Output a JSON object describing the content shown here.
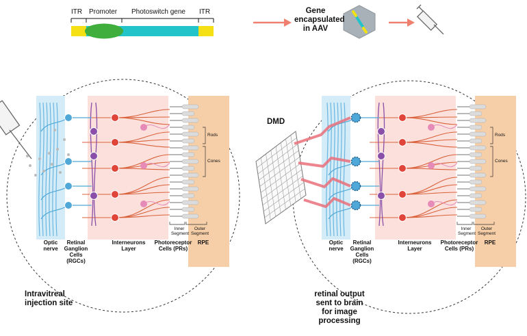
{
  "construct": {
    "itr_left": "ITR",
    "promoter": "Promoter",
    "photoswitch_gene": "Photoswitch gene",
    "itr_right": "ITR"
  },
  "delivery": {
    "gene_caption_line1": "Gene",
    "gene_caption_line2": "encapsulated",
    "gene_caption_line3": "in AAV"
  },
  "left_retina": {
    "optic_nerve": [
      "Optic",
      "nerve"
    ],
    "rgc": [
      "Retinal",
      "Ganglion",
      "Cells",
      "(RGCs)"
    ],
    "interneurons": [
      "Interneurons",
      "Layer"
    ],
    "photoreceptors": [
      "Photoreceptor",
      "Cells (PRs)"
    ],
    "rpe": "RPE",
    "rods": "Rods",
    "cones": "Cones",
    "inner_segment": [
      "Inner",
      "Segment"
    ],
    "outer_segment": [
      "Outer",
      "Segment"
    ],
    "caption": [
      "Intravitreal",
      "injection site"
    ]
  },
  "right_retina": {
    "dmd": "DMD",
    "optic_nerve": [
      "Optic",
      "nerve"
    ],
    "rgc": [
      "Retinal",
      "Ganglion",
      "Cells",
      "(RGCs)"
    ],
    "interneurons": [
      "Interneurons",
      "Layer"
    ],
    "photoreceptors": [
      "Photoreceptor",
      "Cells (PRs)"
    ],
    "rpe": "RPE",
    "rods": "Rods",
    "cones": "Cones",
    "inner_segment": [
      "Inner",
      "Segment"
    ],
    "outer_segment": [
      "Outer",
      "Segment"
    ],
    "caption": [
      "retinal output",
      "sent to brain",
      "for image",
      "processing"
    ]
  },
  "colors": {
    "itr": "#f5e016",
    "promoter": "#3fae3c",
    "gene": "#22c3c9",
    "arrow": "#ef8070",
    "optic_band": "#d3ecf8",
    "interneuron_band": "#fbe0db",
    "rpe_band": "#f6cfa8",
    "rgc_cell": "#4fa8d8",
    "amacrine_cell": "#8a4fa8",
    "bipolar_cell": "#e0453a",
    "horizontal_cell": "#e68ab8",
    "axon": "#d9603a",
    "light_beam": "#e9707a"
  }
}
